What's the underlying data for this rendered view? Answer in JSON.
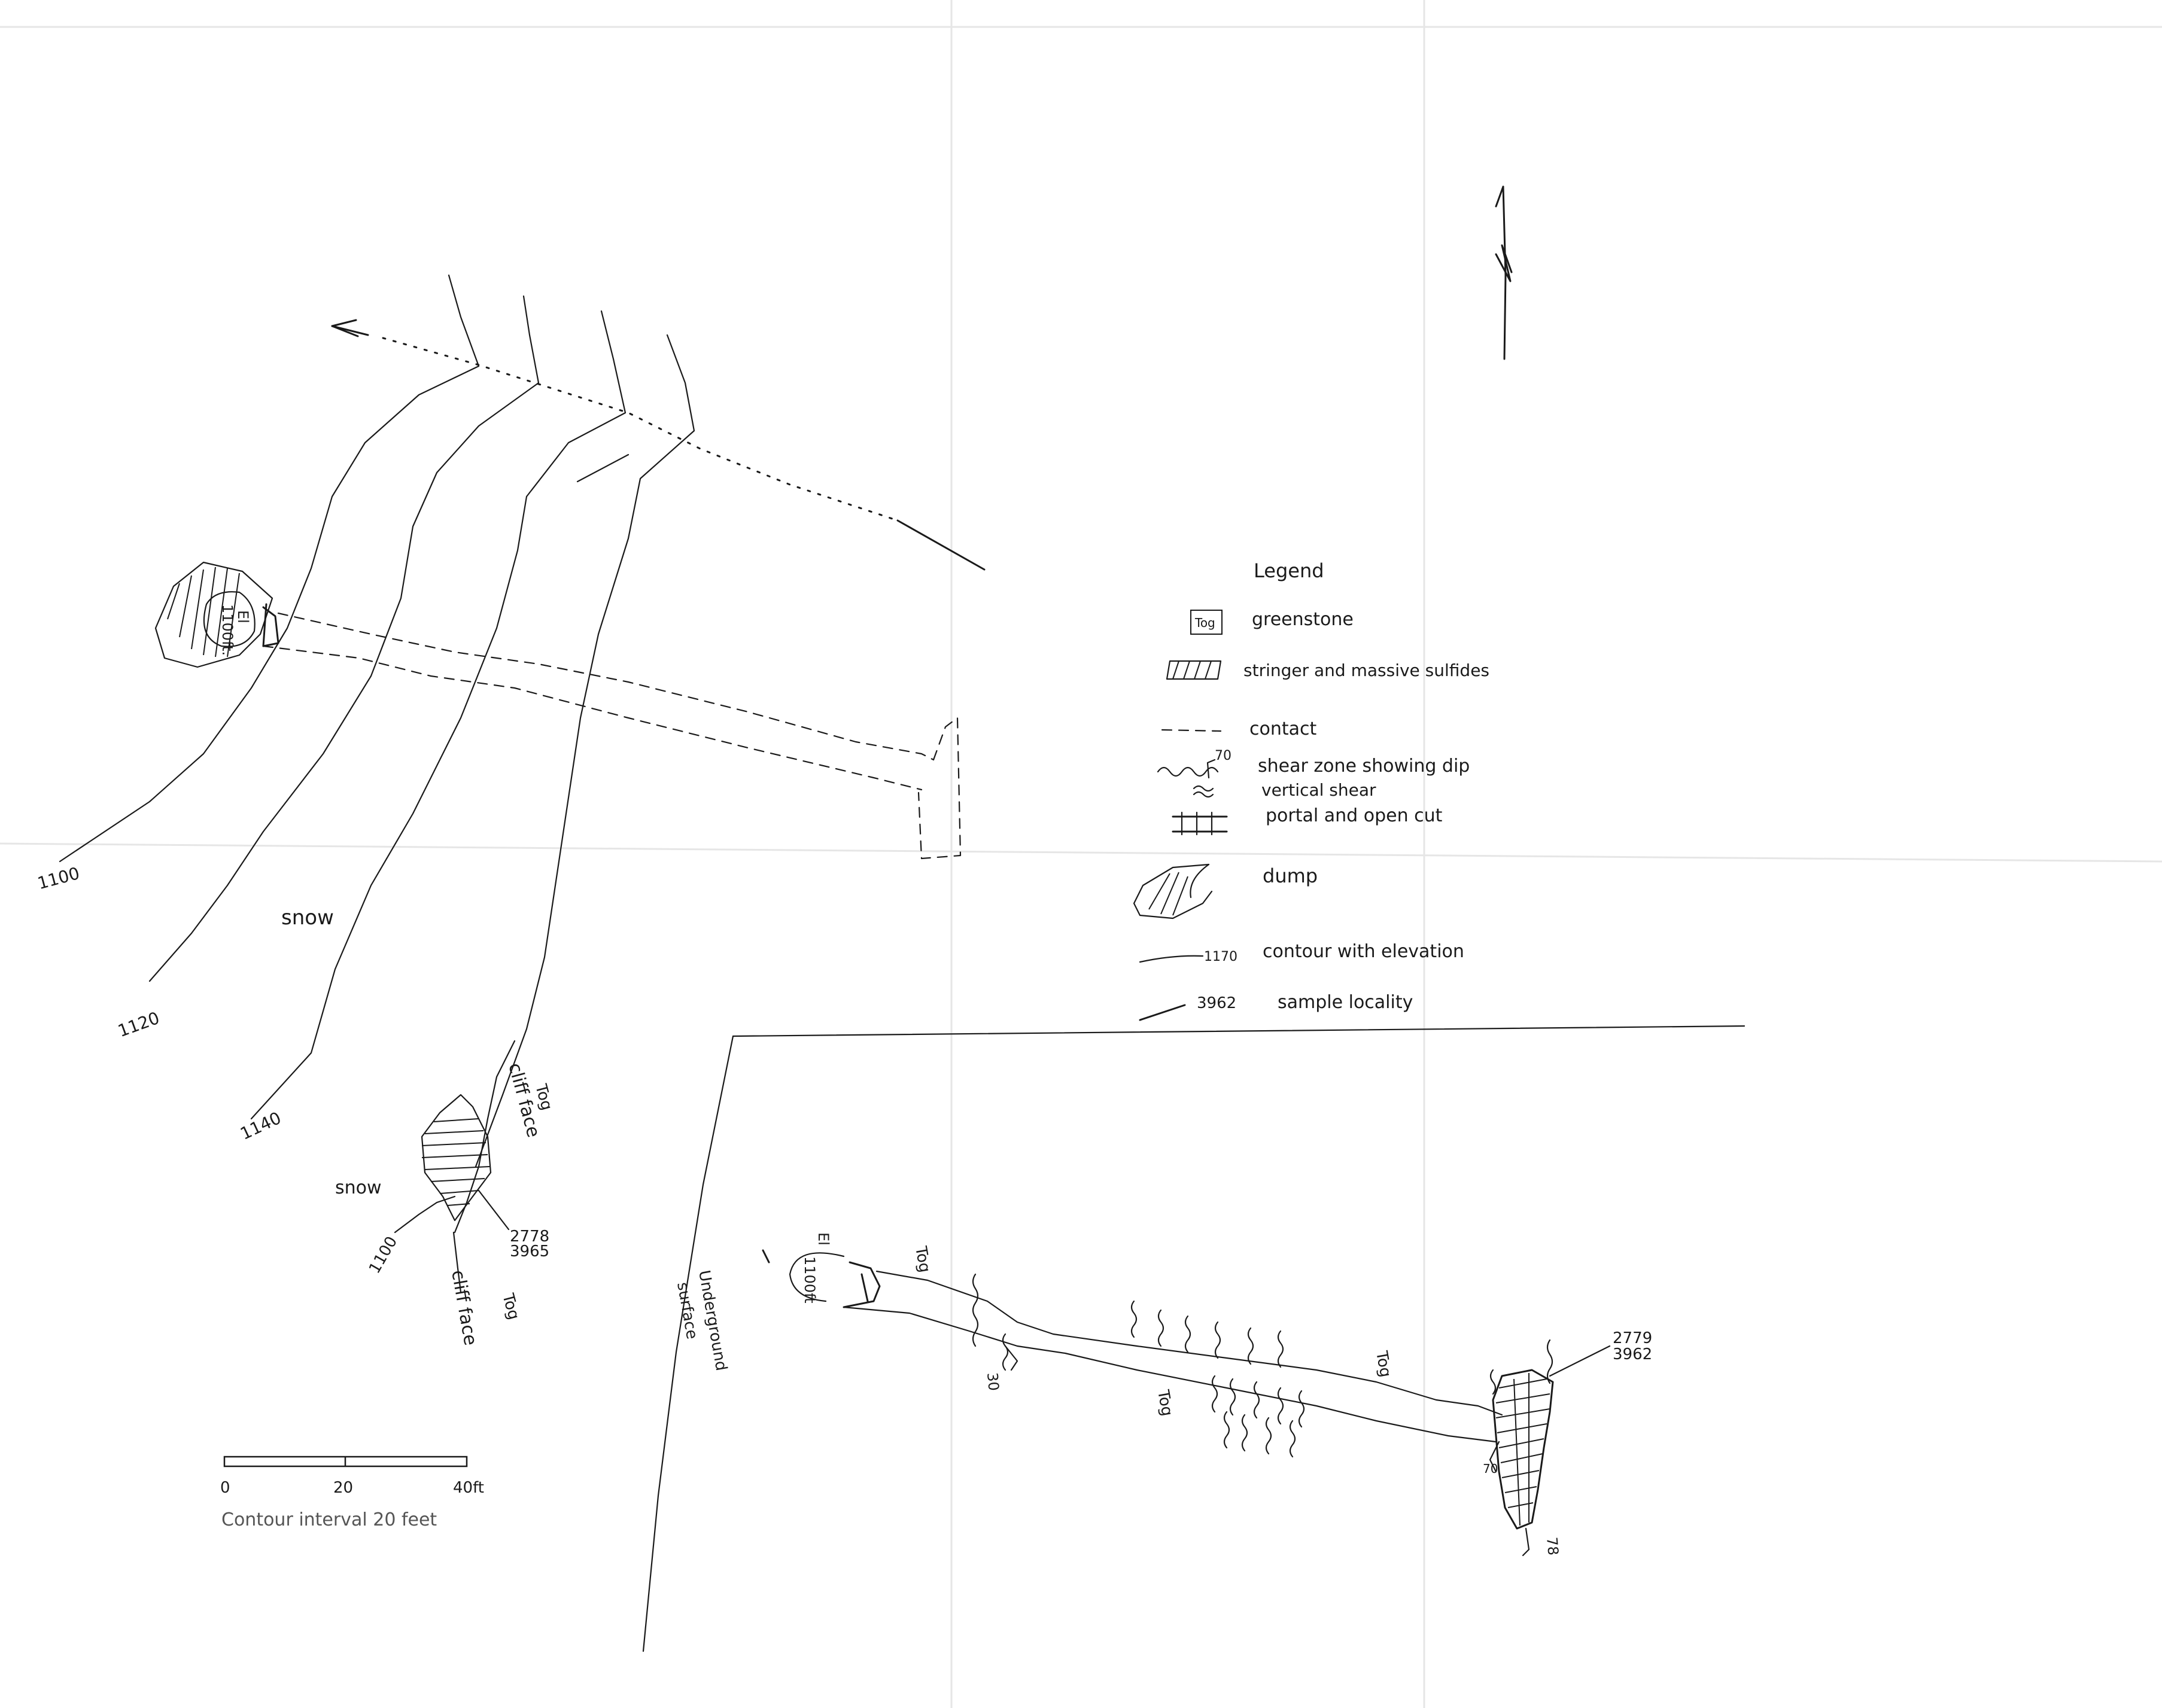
{
  "north_arrow": {
    "label": "N"
  },
  "contours": {
    "c1100_top": "1100",
    "c1120": "1120",
    "c1140": "1140",
    "c1100_bottom": "1100"
  },
  "portal_plan": {
    "elevation_label_1": "El",
    "elevation_label_2": "1100ft."
  },
  "portal_section": {
    "elevation_label_1": "El",
    "elevation_label_2": "1100ft"
  },
  "labels": {
    "snow_main": "snow",
    "snow_lower": "snow",
    "cliff_face_upper": "cliff face",
    "cliff_face_lower": "cliff face",
    "tog_plan_upper": "Tog",
    "tog_plan_lower": "Tog",
    "tog_section_upper": "Tog",
    "tog_section_lower": "Tog",
    "tog_section_right": "Tog",
    "underground_1": "Underground",
    "underground_2": "surface",
    "dip_30": "30",
    "dip_78": "78",
    "dip_70": "70"
  },
  "samples": {
    "plan": {
      "id1": "2778",
      "id2": "3965"
    },
    "section": {
      "id1": "2779",
      "id2": "3962"
    }
  },
  "legend": {
    "title": "Legend",
    "tog_box": "Tog",
    "items": [
      {
        "label": "greenstone"
      },
      {
        "label": "stringer and massive sulfides"
      },
      {
        "label": "contact"
      },
      {
        "label": "shear zone showing dip"
      },
      {
        "label": "vertical shear"
      },
      {
        "label": "portal and open cut"
      },
      {
        "label": "dump"
      },
      {
        "label": "contour with elevation"
      },
      {
        "label": "sample locality"
      }
    ],
    "shear_dip_value": "70",
    "contour_example": "1170",
    "sample_example": "3962"
  },
  "scale_bar": {
    "ticks": [
      "0",
      "20",
      "40ft"
    ],
    "note": "Contour interval 20 feet"
  }
}
